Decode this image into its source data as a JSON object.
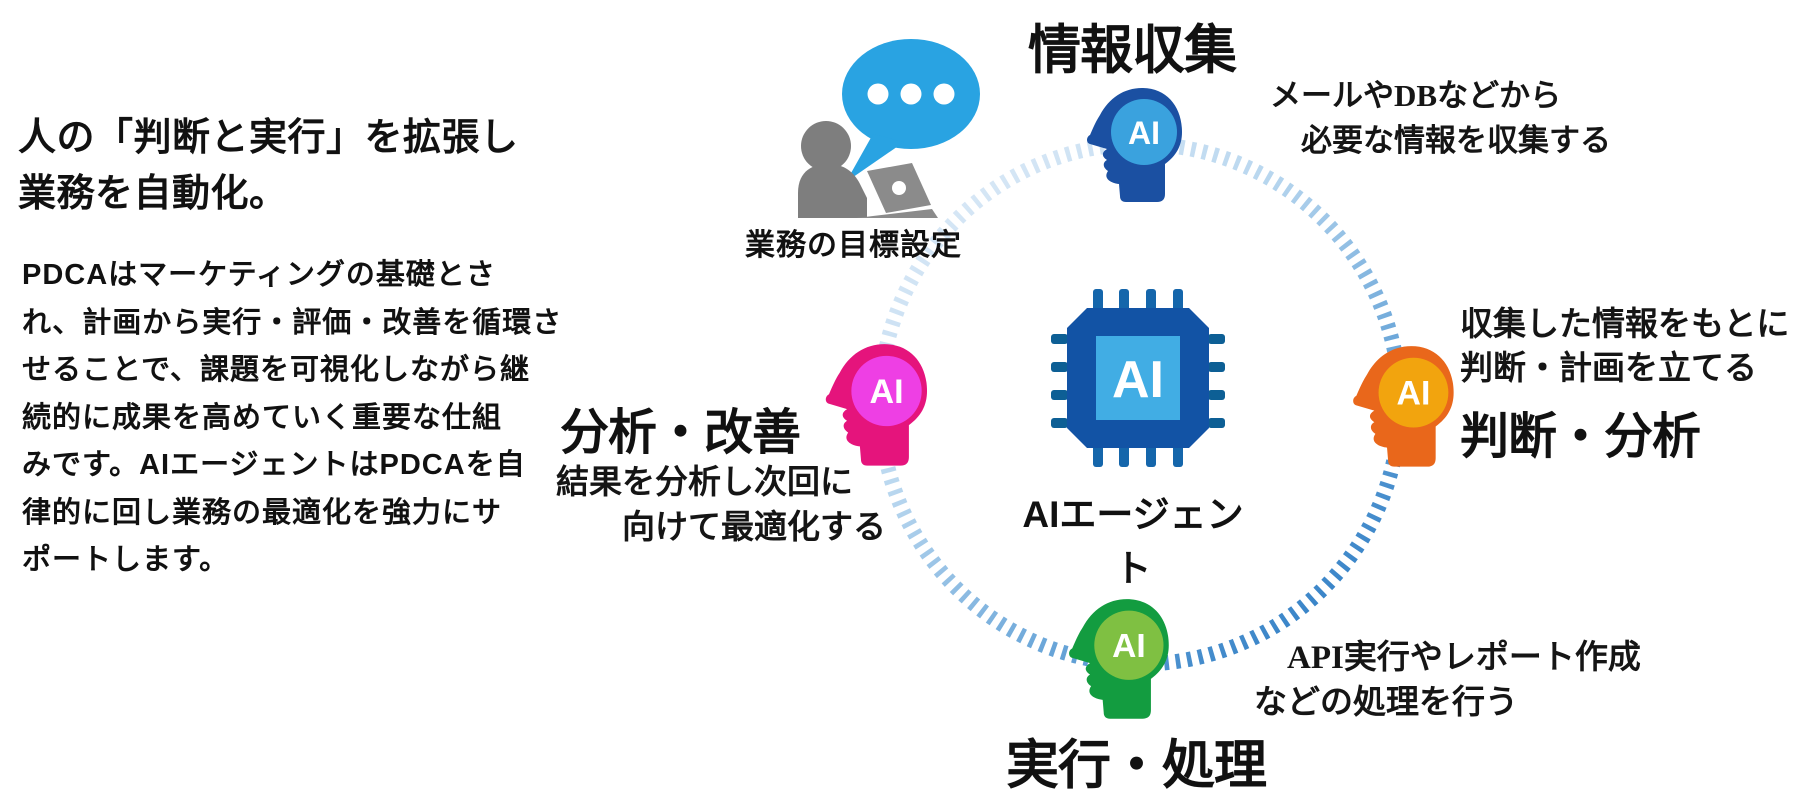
{
  "left_panel": {
    "title": "人の「判断と実行」を拡張し\n業務を自動化。",
    "body": "PDCAはマーケティングの基礎とさ\nれ、計画から実行・評価・改善を循環さ\nせることで、課題を可視化しながら継\n続的に成果を高めていく重要な仕組\nみです。AIエージェントはPDCAを自\n律的に回し業務の最適化を強力にサ\nポートします。"
  },
  "diagram": {
    "goal_label": "業務の目標設定",
    "agent_label": "AIエージェント",
    "agent_chip_text": "AI",
    "steps": {
      "collect": {
        "title": "情報収集",
        "badge": "AI",
        "desc": "メールやDBなどから\n　必要な情報を収集する",
        "head_color": "#1b50a2",
        "badge_bg": "#3aa2de"
      },
      "judge": {
        "title": "判断・分析",
        "badge": "AI",
        "desc": "収集した情報をもとに\n判断・計画を立てる",
        "head_color": "#e9671b",
        "badge_bg": "#f2a40e"
      },
      "execute": {
        "title": "実行・処理",
        "badge": "AI",
        "desc": "　API実行やレポート作成\nなどの処理を行う",
        "head_color": "#139c40",
        "badge_bg": "#7fc042"
      },
      "improve": {
        "title": "分析・改善",
        "badge": "AI",
        "desc": "結果を分析し次回に\n　　向けて最適化する",
        "head_color": "#e5147c",
        "badge_bg": "#ee3fe4"
      }
    },
    "colors": {
      "ring_light": "#e6eff9",
      "ring_mid": "#8fc0e4",
      "ring_dark": "#2a7ac3",
      "bubble_blue": "#29a3e2",
      "person_gray": "#7e7e7e",
      "chip_body": "#1253a5",
      "chip_screen": "#41ade4",
      "chip_pin_vertical": "#1566ab",
      "chip_pin_horizontal": "#0d5f95"
    }
  }
}
